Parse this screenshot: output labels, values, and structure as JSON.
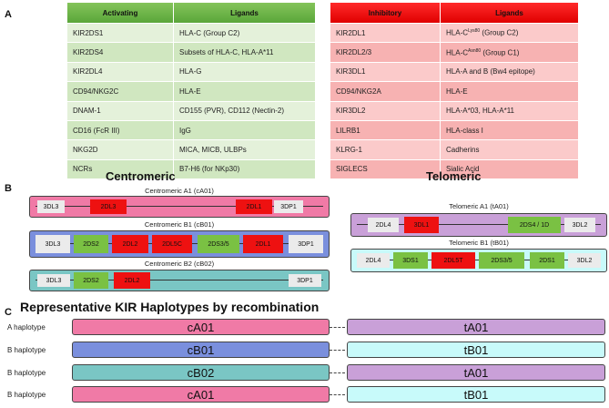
{
  "panels": {
    "a": "A",
    "b": "B",
    "c": "C"
  },
  "activating_table": {
    "headers": [
      "Activating",
      "Ligands"
    ],
    "rows": [
      [
        "KIR2DS1",
        "HLA-C (Group C2)"
      ],
      [
        "KIR2DS4",
        "Subsets of HLA-C, HLA-A*11"
      ],
      [
        "KIR2DL4",
        "HLA-G"
      ],
      [
        "CD94/NKG2C",
        "HLA-E"
      ],
      [
        "DNAM-1",
        "CD155 (PVR), CD112 (Nectin-2)"
      ],
      [
        "CD16 (FcR III)",
        "IgG"
      ],
      [
        "NKG2D",
        "MICA, MICB, ULBPs"
      ],
      [
        "NCRs",
        "B7-H6 (for NKp30)"
      ]
    ]
  },
  "inhibitory_table": {
    "headers": [
      "Inhibitory",
      "Ligands"
    ],
    "rows": [
      [
        "KIR2DL1",
        "HLA-C",
        "Lys80",
        " (Group C2)"
      ],
      [
        "KIR2DL2/3",
        "HLA-C",
        "Asn80",
        " (Group C1)"
      ],
      [
        "KIR3DL1",
        "HLA-A and B (Bw4 epitope)",
        "",
        ""
      ],
      [
        "CD94/NKG2A",
        "HLA-E",
        "",
        ""
      ],
      [
        "KIR3DL2",
        "HLA-A*03, HLA-A*11",
        "",
        ""
      ],
      [
        "LILRB1",
        "HLA-class I",
        "",
        ""
      ],
      [
        "KLRG-1",
        "Cadherins",
        "",
        ""
      ],
      [
        "SIGLECS",
        "Sialic Acid",
        "",
        ""
      ]
    ]
  },
  "region_titles": {
    "centromeric": "Centromeric",
    "telomeric": "Telomeric"
  },
  "haplotypes": {
    "cA01": {
      "title": "Centromeric A1 (cA01)",
      "genes": [
        "3DL3",
        "2DL3",
        "2DL1",
        "3DP1"
      ]
    },
    "cB01": {
      "title": "Centromeric B1 (cB01)",
      "genes": [
        "3DL3",
        "2DS2",
        "2DL2",
        "2DL5C",
        "2DS3/5",
        "2DL1",
        "3DP1"
      ]
    },
    "cB02": {
      "title": "Centromeric B2 (cB02)",
      "genes": [
        "3DL3",
        "2DS2",
        "2DL2",
        "3DP1"
      ]
    },
    "tA01": {
      "title": "Telomeric A1 (tA01)",
      "genes": [
        "2DL4",
        "3DL1",
        "2DS4 / 1D",
        "3DL2"
      ]
    },
    "tB01": {
      "title": "Telomeric B1 (tB01)",
      "genes": [
        "2DL4",
        "3DS1",
        "2DL5T",
        "2DS3/5",
        "2DS1",
        "3DL2"
      ]
    }
  },
  "section_c": {
    "title": "Representative KIR Haplotypes by recombination",
    "rows": [
      {
        "label": "A haplotype",
        "cen": "cA01",
        "tel": "tA01"
      },
      {
        "label": "B haplotype",
        "cen": "cB01",
        "tel": "tB01"
      },
      {
        "label": "B haplotype",
        "cen": "cB02",
        "tel": "tA01"
      },
      {
        "label": "B haplotype",
        "cen": "cA01",
        "tel": "tB01"
      }
    ]
  },
  "colors": {
    "cA01": "#f07aa6",
    "cB01": "#7a8fdd",
    "cB02": "#7ac6c4",
    "tA01": "#c9a0d8",
    "tB01": "#c8fafa",
    "inhibitory_gene": "#ee1111",
    "activating_gene": "#7ac143",
    "framework_gene": "#ebebeb"
  }
}
